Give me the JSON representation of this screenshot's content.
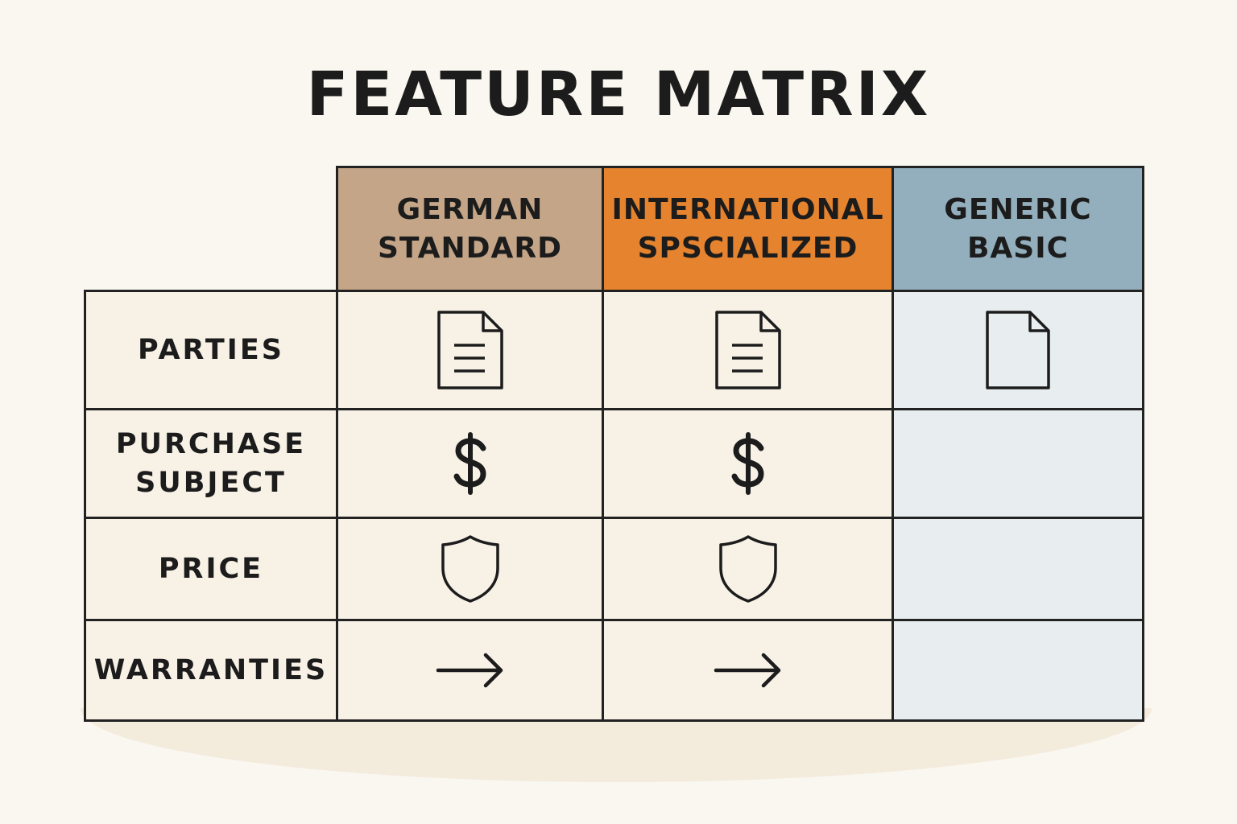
{
  "title": "FEATURE MATRIX",
  "columns": [
    {
      "line1": "GERMAN",
      "line2": "STANDARD",
      "color": "#c4a587"
    },
    {
      "line1": "INTERNATIONAL",
      "line2": "SPSCIALIZED",
      "color": "#e5832f"
    },
    {
      "line1": "GENERIC",
      "line2": "BASIC",
      "color": "#93afbd"
    }
  ],
  "rows": [
    {
      "line1": "PARTIES",
      "line2": "",
      "icons": [
        "document-lines-icon",
        "document-lines-icon",
        "document-blank-icon"
      ]
    },
    {
      "line1": "PURCHASE",
      "line2": "SUBJECT",
      "icons": [
        "dollar-icon",
        "dollar-icon",
        ""
      ]
    },
    {
      "line1": "PRICE",
      "line2": "",
      "icons": [
        "shield-icon",
        "shield-icon",
        ""
      ]
    },
    {
      "line1": "WARRANTIES",
      "line2": "",
      "icons": [
        "arrow-right-icon",
        "arrow-right-icon",
        ""
      ]
    }
  ],
  "colors": {
    "background": "#faf7f1",
    "cell": "#f7f1e6",
    "generic_cell": "#e8eeef",
    "border": "#222222"
  }
}
